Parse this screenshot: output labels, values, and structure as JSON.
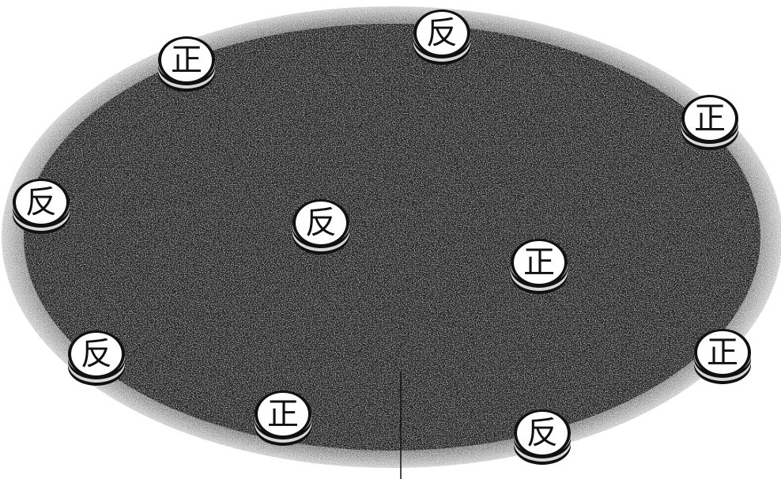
{
  "scene": {
    "colors": {
      "table_dark": "#2a2a2a",
      "table_rim": "#b8b8b8",
      "coin_face": "#ffffff",
      "coin_edge": "#111111"
    },
    "coins": [
      {
        "id": "coin-1",
        "label": "正"
      },
      {
        "id": "coin-2",
        "label": "反"
      },
      {
        "id": "coin-3",
        "label": "正"
      },
      {
        "id": "coin-4",
        "label": "反"
      },
      {
        "id": "coin-5",
        "label": "反"
      },
      {
        "id": "coin-6",
        "label": "正"
      },
      {
        "id": "coin-7",
        "label": "反"
      },
      {
        "id": "coin-8",
        "label": "正"
      },
      {
        "id": "coin-9",
        "label": "正"
      },
      {
        "id": "coin-10",
        "label": "反"
      }
    ]
  }
}
